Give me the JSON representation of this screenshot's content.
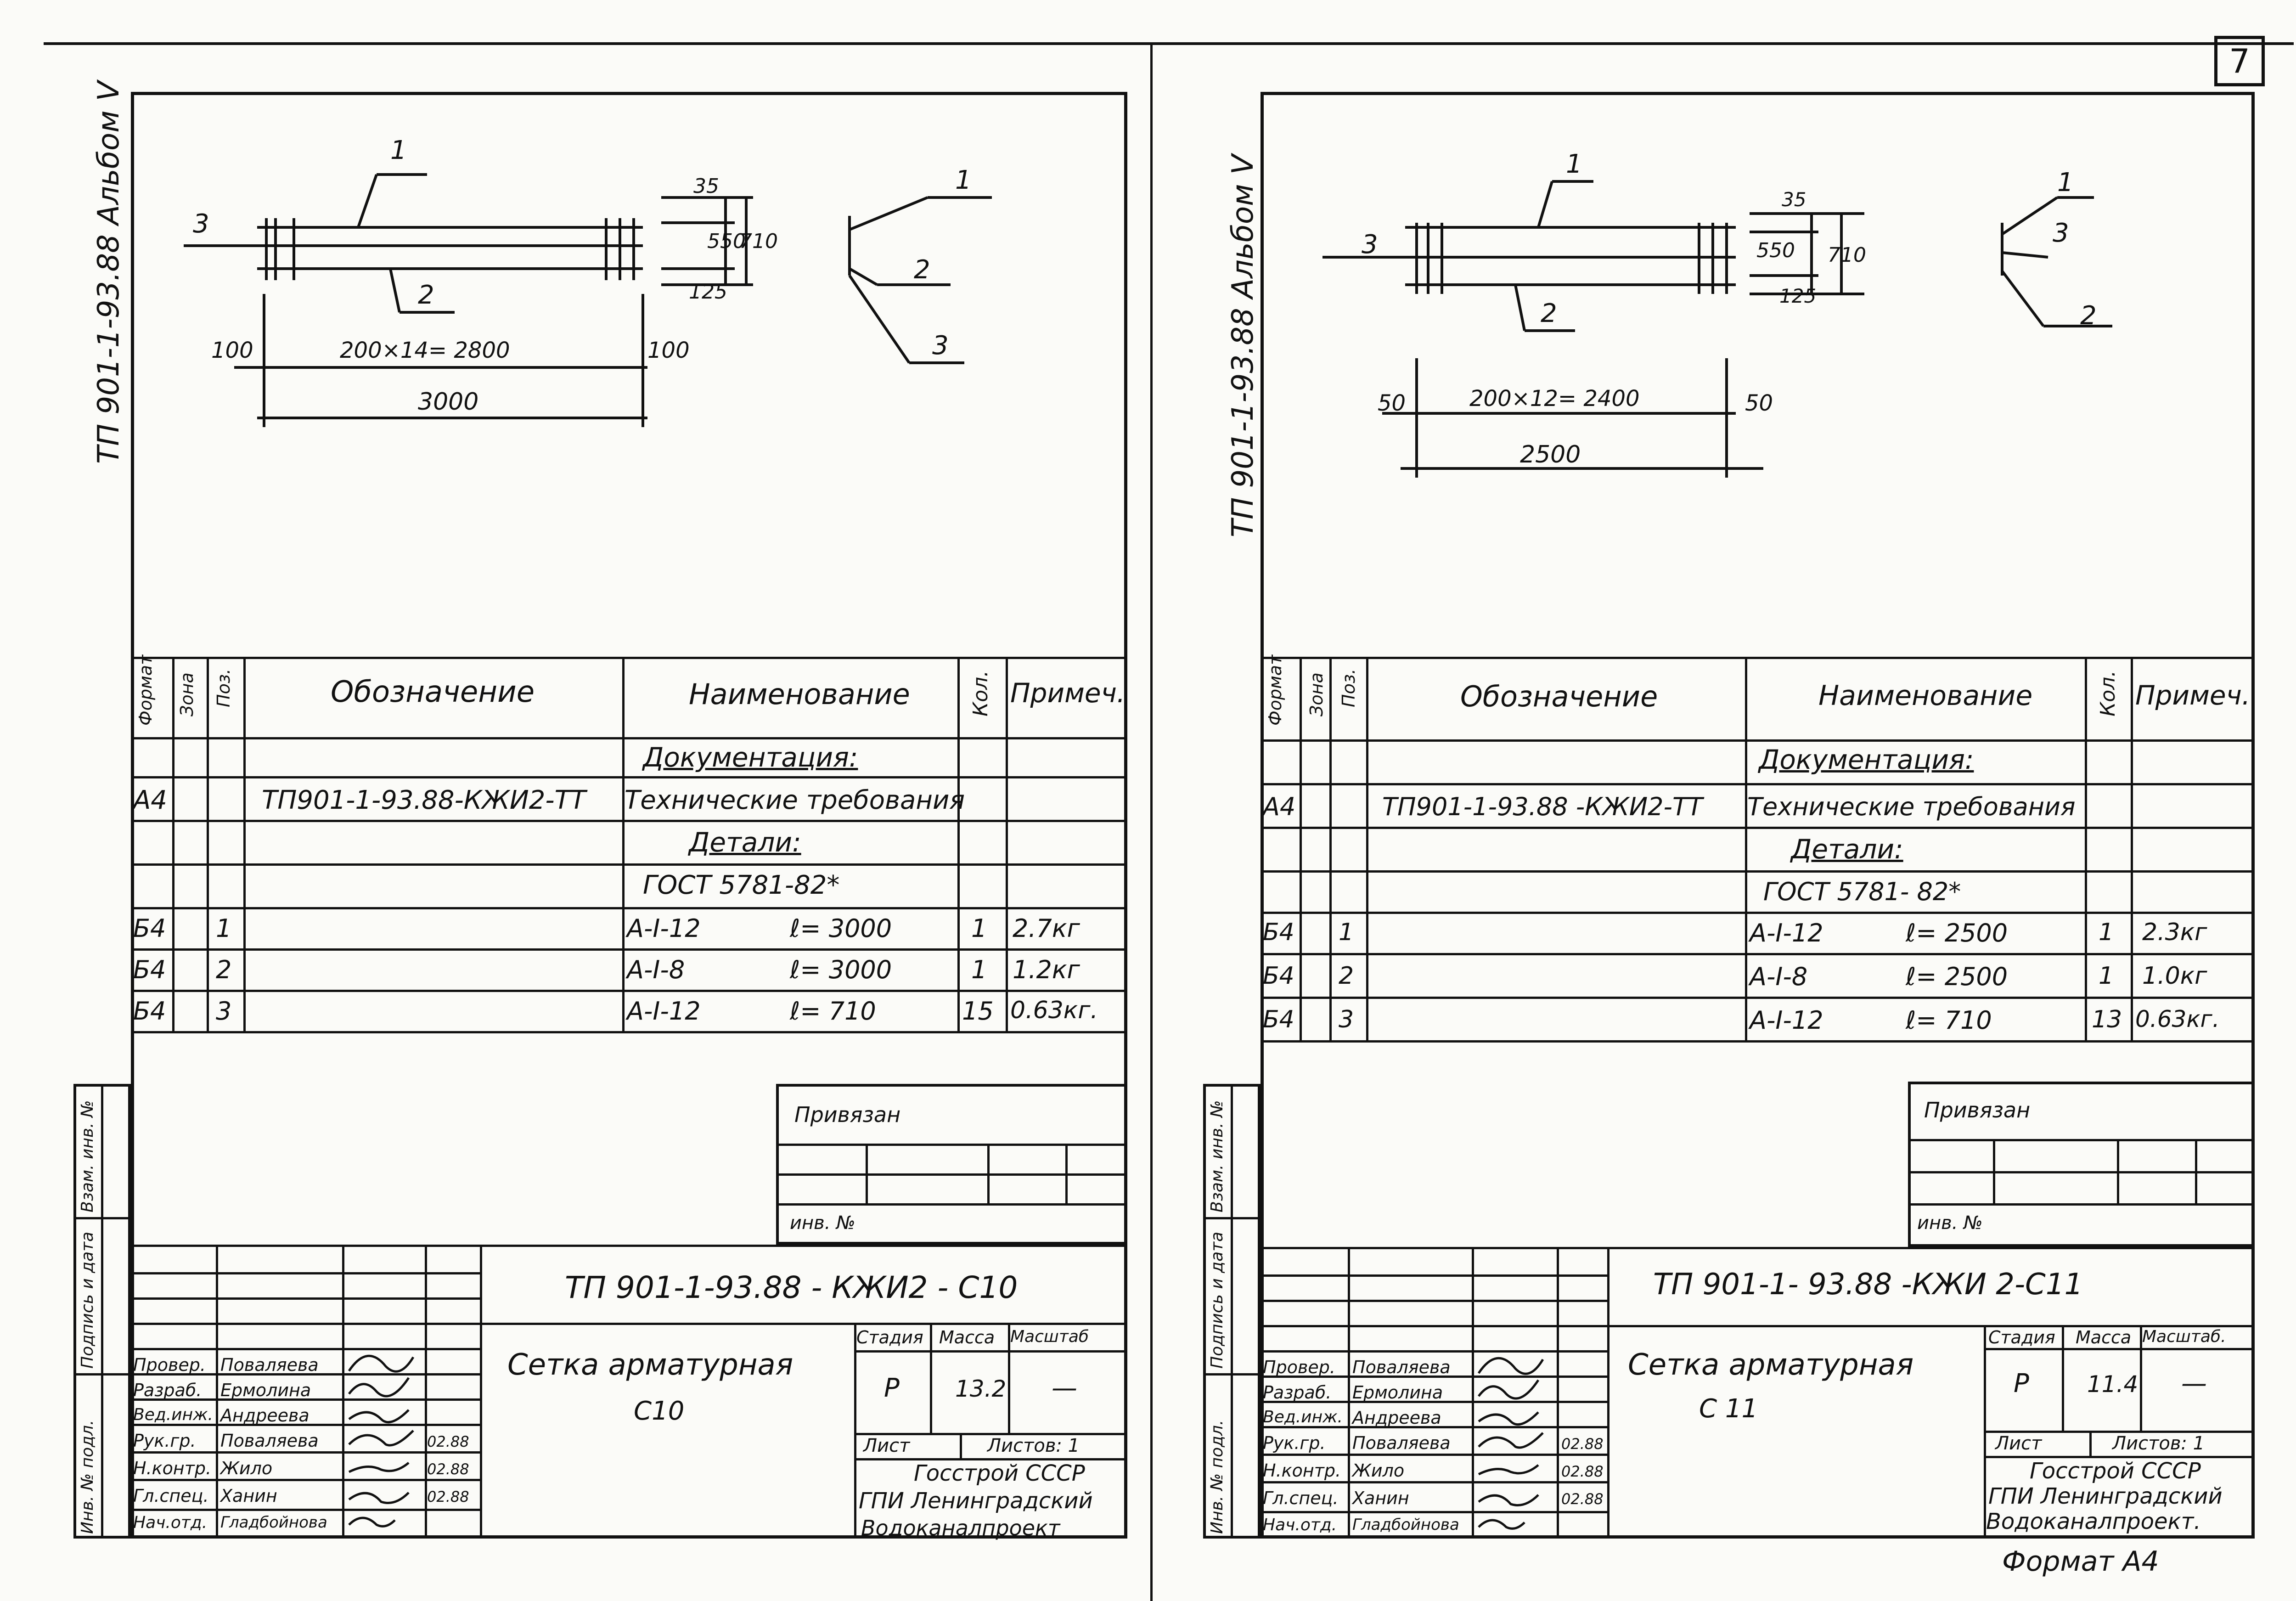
{
  "page_number": "7",
  "format_label": "Формат А4",
  "left": {
    "side_title": "ТП 901-1-93.88  Альбом V",
    "drawing": {
      "callout_1": "1",
      "callout_2": "2",
      "callout_3": "3",
      "dim_35": "35",
      "dim_550": "550",
      "dim_710": "710",
      "dim_125": "125",
      "dim_100_left": "100",
      "dim_spacing": "200×14= 2800",
      "dim_100_right": "100",
      "dim_total": "3000",
      "side_1": "1",
      "side_2": "2",
      "side_3": "3"
    },
    "spec_header": {
      "format": "Формат",
      "zone": "Зона",
      "pos": "Поз.",
      "designation": "Обозначение",
      "name": "Наименование",
      "qty": "Кол.",
      "note": "Примеч."
    },
    "documentation_label": "Документация:",
    "doc_row": {
      "format": "А4",
      "designation": "ТП901-1-93.88-КЖИ2-ТТ",
      "name": "Технические требования"
    },
    "details_label": "Детали:",
    "gost": "ГОСТ 5781-82*",
    "rows": [
      {
        "format": "Б4",
        "pos": "1",
        "grade": "А-I-12",
        "len": "ℓ= 3000",
        "qty": "1",
        "note": "2.7кг"
      },
      {
        "format": "Б4",
        "pos": "2",
        "grade": "А-I-8",
        "len": "ℓ= 3000",
        "qty": "1",
        "note": "1.2кг"
      },
      {
        "format": "Б4",
        "pos": "3",
        "grade": "А-I-12",
        "len": "ℓ= 710",
        "qty": "15",
        "note": "0.63кг."
      }
    ],
    "privyazan": "Привязан",
    "inv_no": "инв. №",
    "stamp_code": "ТП 901-1-93.88 - КЖИ2 - С10",
    "product_name": "Сетка арматурная",
    "product_mark": "С10",
    "stadiya_label": "Стадия",
    "massa_label": "Масса",
    "masshtab_label": "Масштаб",
    "stadiya": "Р",
    "massa": "13.2",
    "masshtab": "—",
    "list_label": "Лист",
    "listov_label": "Листов: 1",
    "org_1": "Госстрой СССР",
    "org_2": "ГПИ Ленинградский",
    "org_3": "Водоканалпроект",
    "people": [
      {
        "role": "Провер.",
        "name": "Поваляева",
        "sign": "",
        "date": ""
      },
      {
        "role": "Разраб.",
        "name": "Ермолина",
        "sign": "",
        "date": ""
      },
      {
        "role": "Вед.инж.",
        "name": "Андреева",
        "sign": "",
        "date": ""
      },
      {
        "role": "Рук.гр.",
        "name": "Поваляева",
        "sign": "",
        "date": "02.88"
      },
      {
        "role": "Н.контр.",
        "name": "Жило",
        "sign": "",
        "date": "02.88"
      },
      {
        "role": "Гл.спец.",
        "name": "Ханин",
        "sign": "",
        "date": "02.88"
      },
      {
        "role": "Нач.отд.",
        "name": "Гладбойнова",
        "sign": "",
        "date": ""
      }
    ],
    "margin_labels": [
      "Взам. инв. №",
      "Подпись и дата",
      "Инв. № подл."
    ]
  },
  "right": {
    "side_title": "ТП 901-1-93.88  Альбом V",
    "drawing": {
      "callout_1": "1",
      "callout_2": "2",
      "callout_3": "3",
      "dim_35": "35",
      "dim_550": "550",
      "dim_710": "710",
      "dim_125": "125",
      "dim_50_left": "50",
      "dim_spacing": "200×12= 2400",
      "dim_50_right": "50",
      "dim_total": "2500",
      "side_1": "1",
      "side_3": "3",
      "side_2": "2"
    },
    "spec_header": {
      "format": "Формат",
      "zone": "Зона",
      "pos": "Поз.",
      "designation": "Обозначение",
      "name": "Наименование",
      "qty": "Кол.",
      "note": "Примеч."
    },
    "documentation_label": "Документация:",
    "doc_row": {
      "format": "А4",
      "designation": "ТП901-1-93.88 -КЖИ2-ТТ",
      "name": "Технические требования"
    },
    "details_label": "Детали:",
    "gost": "ГОСТ 5781- 82*",
    "rows": [
      {
        "format": "Б4",
        "pos": "1",
        "grade": "А-I-12",
        "len": "ℓ= 2500",
        "qty": "1",
        "note": "2.3кг"
      },
      {
        "format": "Б4",
        "pos": "2",
        "grade": "А-I-8",
        "len": "ℓ= 2500",
        "qty": "1",
        "note": "1.0кг"
      },
      {
        "format": "Б4",
        "pos": "3",
        "grade": "А-I-12",
        "len": "ℓ= 710",
        "qty": "13",
        "note": "0.63кг."
      }
    ],
    "privyazan": "Привязан",
    "inv_no": "инв. №",
    "stamp_code": "ТП 901-1- 93.88 -КЖИ 2-С11",
    "product_name": "Сетка арматурная",
    "product_mark": "С 11",
    "stadiya_label": "Стадия",
    "massa_label": "Масса",
    "masshtab_label": "Масштаб.",
    "stadiya": "Р",
    "massa": "11.4",
    "masshtab": "—",
    "list_label": "Лист",
    "listov_label": "Листов: 1",
    "org_1": "Госстрой СССР",
    "org_2": "ГПИ Ленинградский",
    "org_3": "Водоканалпроект.",
    "people": [
      {
        "role": "Провер.",
        "name": "Поваляева",
        "sign": "",
        "date": ""
      },
      {
        "role": "Разраб.",
        "name": "Ермолина",
        "sign": "",
        "date": ""
      },
      {
        "role": "Вед.инж.",
        "name": "Андреева",
        "sign": "",
        "date": ""
      },
      {
        "role": "Рук.гр.",
        "name": "Поваляева",
        "sign": "",
        "date": "02.88"
      },
      {
        "role": "Н.контр.",
        "name": "Жило",
        "sign": "",
        "date": "02.88"
      },
      {
        "role": "Гл.спец.",
        "name": "Ханин",
        "sign": "",
        "date": "02.88"
      },
      {
        "role": "Нач.отд.",
        "name": "Гладбойнова",
        "sign": "",
        "date": ""
      }
    ],
    "margin_labels": [
      "Взам. инв. №",
      "Подпись и дата",
      "Инв. № подл."
    ]
  }
}
